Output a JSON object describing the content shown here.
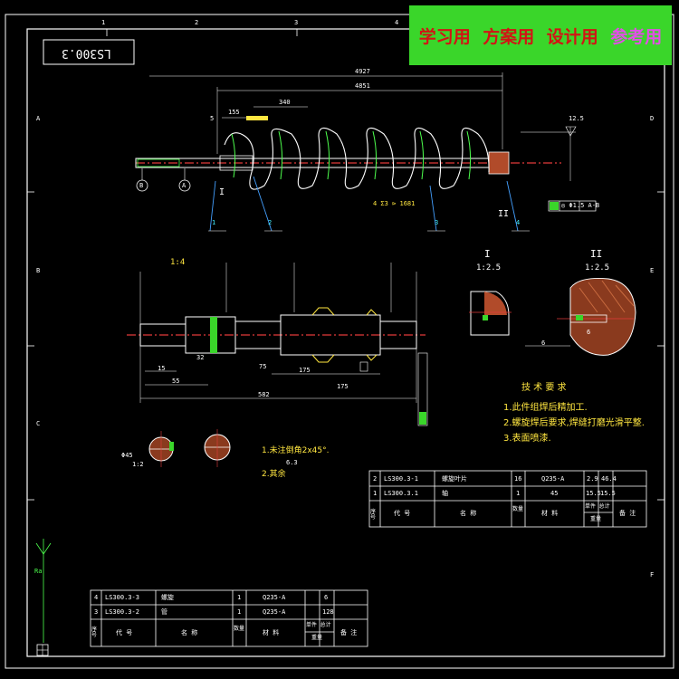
{
  "banner": {
    "items": [
      "学习用",
      "方案用",
      "设计用",
      "参考用"
    ]
  },
  "drawing_number": "LS300.3",
  "frame": {
    "top_zones": [
      "1",
      "2",
      "3",
      "4"
    ],
    "side_zones": [
      "A",
      "B",
      "C",
      "D",
      "E",
      "F"
    ]
  },
  "main_view": {
    "overall_length": "4927",
    "spiral_length": "4851",
    "pitch": "340",
    "dim_left_1": "155",
    "dim_left_2": "5",
    "dim_right": "12.5",
    "weld_note": "4 Σ3 ⊳ 1681",
    "parts": [
      "1",
      "2",
      "3",
      "4"
    ],
    "datums": [
      "B",
      "A"
    ],
    "view_marks": [
      "I",
      "II"
    ],
    "tolerance": "◎ Φ1.5 A-B"
  },
  "shaft_view": {
    "title": "1:4",
    "length": "582",
    "dims": [
      "175",
      "175",
      "55",
      "15",
      "32",
      "75"
    ]
  },
  "detail_views": {
    "I": {
      "label": "I",
      "scale": "1:2.5"
    },
    "II": {
      "label": "II",
      "scale": "1:2.5",
      "dims": [
        "6",
        "6"
      ]
    }
  },
  "notes_left": {
    "items": [
      "1.未注倒角2x45°.",
      "2.其余"
    ],
    "roughness": "6.3"
  },
  "section_labels": {
    "left": "Φ45",
    "ratio": "1:2"
  },
  "tech_requirements": {
    "title": "技 术 要 求",
    "items": [
      "1.此件组焊后精加工.",
      "2.螺旋焊后要求,焊缝打磨光滑平整.",
      "3.表面喷漆."
    ]
  },
  "bom_right": {
    "rows": [
      {
        "no": "2",
        "code": "LS300.3-1",
        "name": "螺旋叶片",
        "qty": "16",
        "material": "Q235-A",
        "w1": "2.9",
        "w2": "46.4",
        "note": ""
      },
      {
        "no": "1",
        "code": "LS300.3.1",
        "name": "轴",
        "qty": "1",
        "material": "45",
        "w1": "15.5",
        "w2": "15.5",
        "note": ""
      }
    ],
    "header": {
      "no": "序号",
      "code": "代 号",
      "name": "名 称",
      "qty": "数量",
      "material": "材 料",
      "unit": "单件 总计",
      "weight": "重量",
      "note": "备 注"
    }
  },
  "bom_left": {
    "rows": [
      {
        "no": "4",
        "code": "LS300.3-3",
        "name": "螺旋",
        "qty": "1",
        "material": "Q235-A",
        "w": "6"
      },
      {
        "no": "3",
        "code": "LS300.3-2",
        "name": "管",
        "qty": "1",
        "material": "Q235-A",
        "w": "128"
      }
    ],
    "header": {
      "no": "序号",
      "code": "代 号",
      "name": "名 称",
      "qty": "数量",
      "material": "材 料",
      "unit": "单件 总计",
      "weight": "重量",
      "note": "备 注"
    }
  },
  "roughness_side": "Ra"
}
